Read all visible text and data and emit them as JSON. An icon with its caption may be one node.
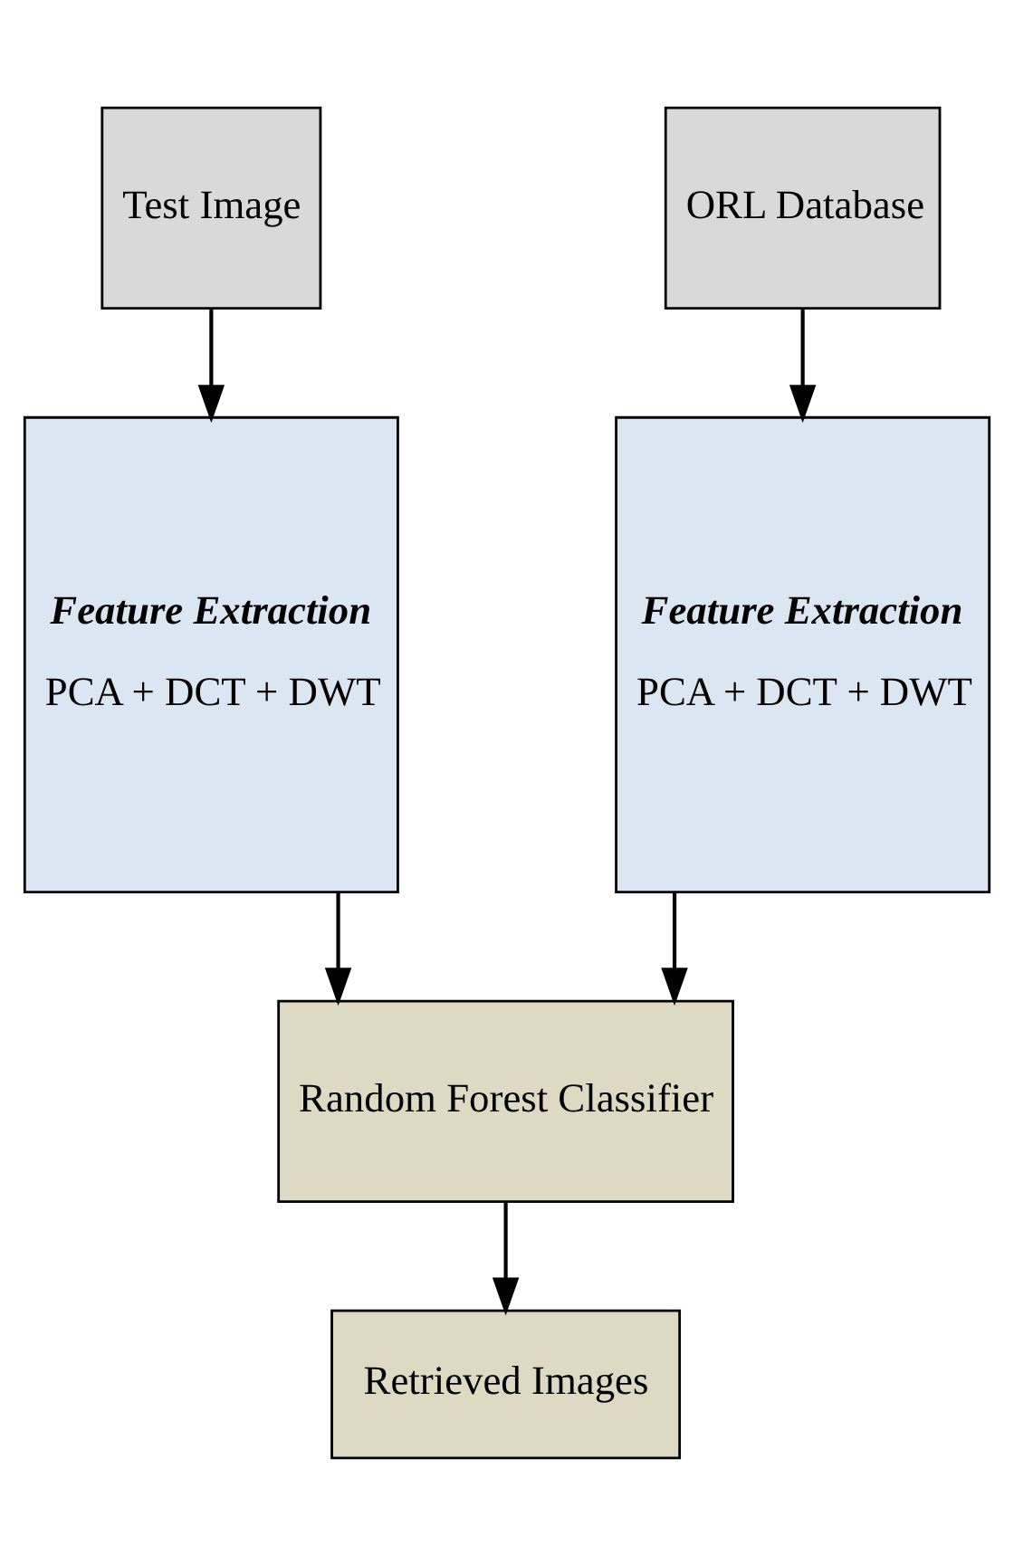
{
  "diagram": {
    "nodes": [
      {
        "text": [
          "Test Image"
        ]
      },
      {
        "text": [
          "ORL Database"
        ]
      },
      {
        "text": [
          "Feature Extraction",
          "PCA + DCT + DWT"
        ]
      },
      {
        "text": [
          "Feature Extraction",
          "PCA + DCT + DWT"
        ]
      },
      {
        "text": [
          "Random Forest Classifier"
        ]
      },
      {
        "text": [
          "Retrieved Images"
        ]
      }
    ],
    "edges": [
      {
        "from": 0,
        "to": 2,
        "arrow": "to"
      },
      {
        "from": 1,
        "to": 3,
        "arrow": "to"
      },
      {
        "from": 2,
        "to": 4,
        "arrow": "to"
      },
      {
        "from": 3,
        "to": 4,
        "arrow": "to"
      },
      {
        "from": 4,
        "to": 5,
        "arrow": "to"
      }
    ]
  }
}
